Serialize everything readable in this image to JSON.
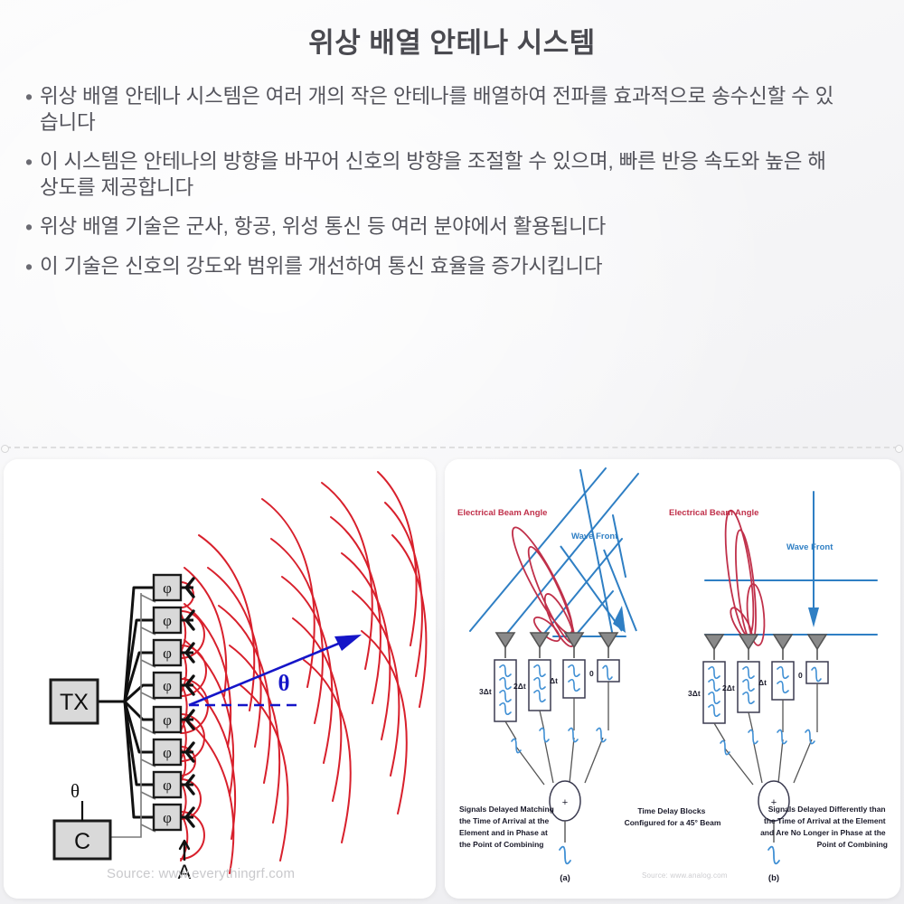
{
  "slide": {
    "title": "위상 배열 안테나 시스템",
    "background_color": "#f7f7f8",
    "text_color": "#54545c",
    "bullets": [
      "위상 배열 안테나 시스템은 여러 개의 작은 안테나를 배열하여 전파를 효과적으로 송수신할 수 있습니다",
      "이 시스템은 안테나의 방향을 바꾸어 신호의 방향을 조절할 수 있으며, 빠른 반응 속도와 높은 해상도를 제공합니다",
      "위상 배열 기술은 군사, 항공, 위성 통신 등 여러 분야에서 활용됩니다",
      "이 기술은 신호의 강도와 범위를 개선하여 통신 효율을 증가시킵니다"
    ],
    "bullet_marker": "•"
  },
  "figure_left": {
    "source": "Source: www.everythingrf.com",
    "transmitter_label": "TX",
    "controller_label": "C",
    "controller_input_label": "θ",
    "beam_angle_label": "θ",
    "antenna_label": "A",
    "phase_shifter_label": "φ",
    "phase_shifter_count": 8,
    "wave_color": "#d8202c",
    "beam_arrow_color": "#1515c8",
    "block_fill": "#d9d9d9",
    "block_stroke": "#1a1a1a"
  },
  "figure_right": {
    "source": "Source: www.analog.com",
    "center_caption": "Time Delay Blocks Configured for a 45° Beam",
    "wave_front_color": "#2f7fc4",
    "beam_color": "#c0304a",
    "panels": [
      {
        "id": "(a)",
        "beam_angle_label": "Electrical Beam Angle",
        "wave_front_label": "Wave Front",
        "caption": "Signals Delayed Matching the Time of Arrival at the Element and in Phase at the Point of Combining",
        "delay_labels": [
          "3Δt",
          "2Δt",
          "Δt",
          "0"
        ],
        "combiner_symbol": "+",
        "wave_front_orientation": "tilted-45"
      },
      {
        "id": "(b)",
        "beam_angle_label": "Electrical Beam Angle",
        "wave_front_label": "Wave Front",
        "caption": "Signals Delayed Differently than the Time of Arrival at the Element and Are No Longer in Phase at the Point of Combining",
        "delay_labels": [
          "3Δt",
          "2Δt",
          "Δt",
          "0"
        ],
        "combiner_symbol": "+",
        "wave_front_orientation": "horizontal"
      }
    ]
  }
}
